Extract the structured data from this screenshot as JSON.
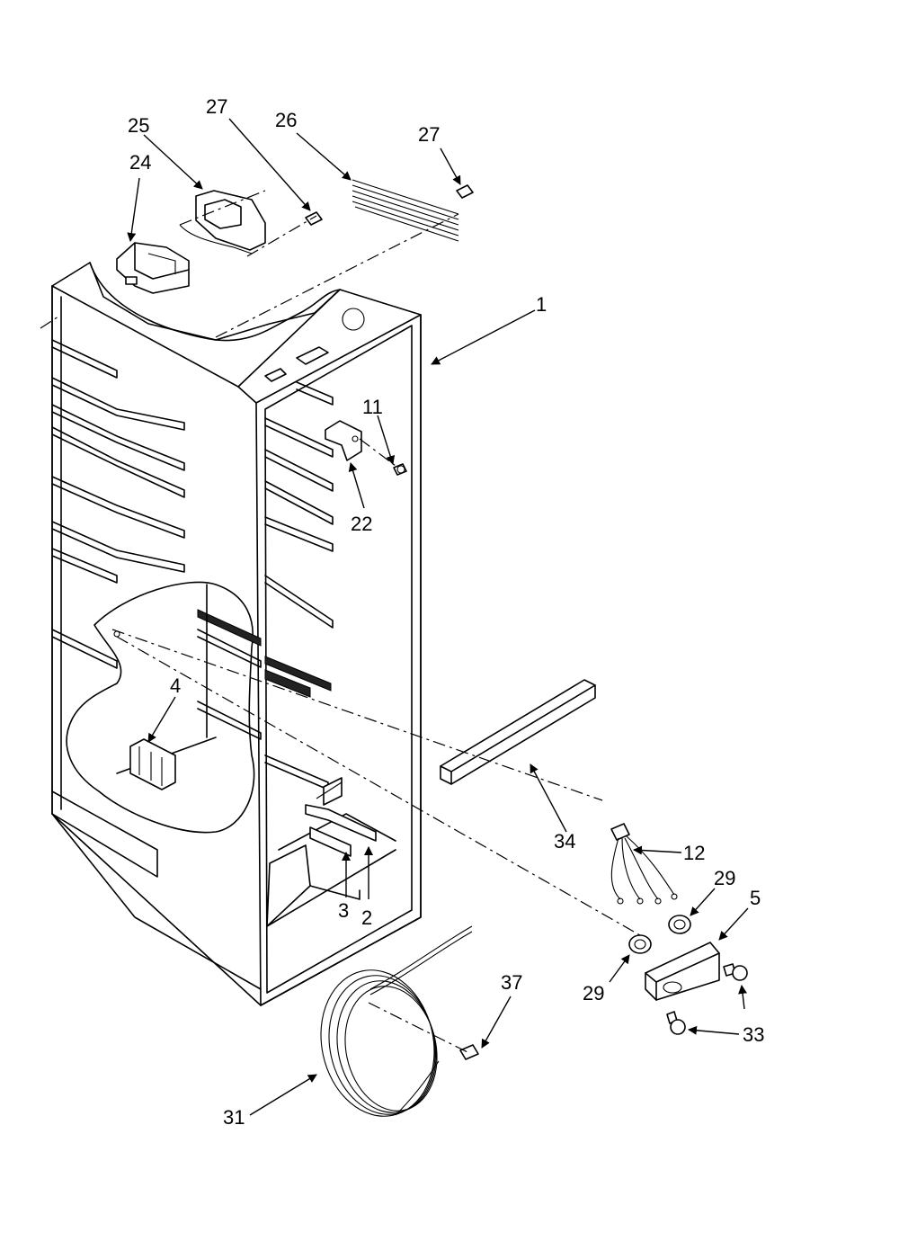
{
  "callouts": {
    "c1": "1",
    "c2": "2",
    "c3": "3",
    "c4": "4",
    "c5": "5",
    "c11": "11",
    "c12": "12",
    "c22": "22",
    "c24": "24",
    "c25": "25",
    "c26": "26",
    "c27a": "27",
    "c27b": "27",
    "c29a": "29",
    "c29b": "29",
    "c31": "31",
    "c33": "33",
    "c34": "34",
    "c37": "37"
  }
}
